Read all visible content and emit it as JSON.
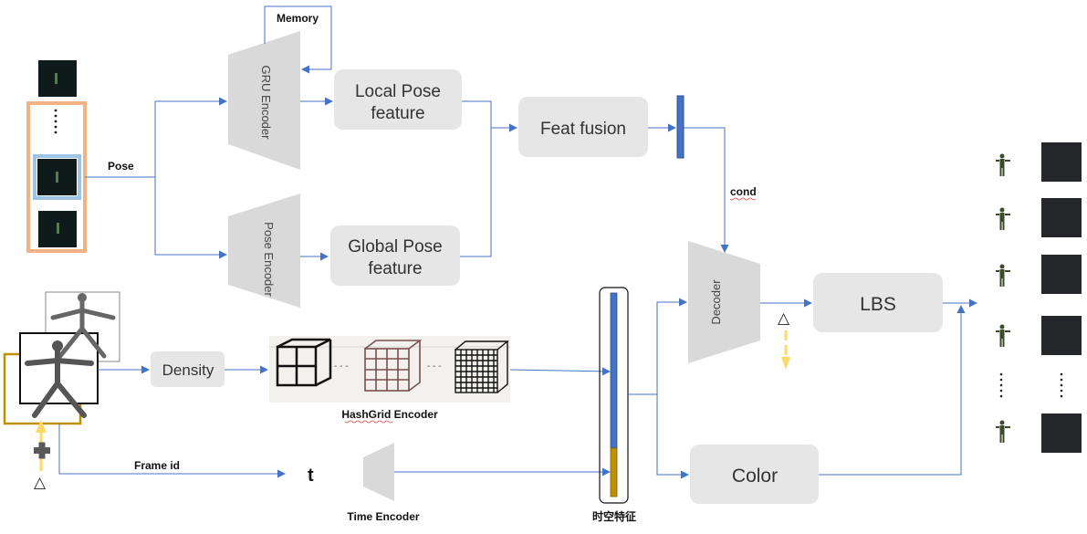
{
  "labels": {
    "memory": "Memory",
    "gru_encoder": "GRU Encoder",
    "pose_encoder": "Pose Encoder",
    "local_pose_line1": "Local Pose",
    "local_pose_line2": "feature",
    "global_pose_line1": "Global Pose",
    "global_pose_line2": "feature",
    "feat_fusion": "Feat fusion",
    "pose": "Pose",
    "cond": "cond",
    "decoder": "Decoder",
    "lbs": "LBS",
    "density": "Density",
    "hashgrid_encoder": "HashGrid Encoder",
    "frame_id": "Frame id",
    "t": "t",
    "time_encoder": "Time Encoder",
    "spatiotemporal_feature": "时空特征",
    "color": "Color",
    "delta_symbol": "△",
    "plus_symbol": "+"
  },
  "colors": {
    "arrow": "#4472c4",
    "box_fill": "#e6e6e6",
    "trapezoid_fill": "#d9d9d9",
    "orange_frame": "#f4b183",
    "light_blue_frame": "#9dc3e6",
    "gold_frame": "#bf9000",
    "yellow_arrow": "#ffd966",
    "feature_blue": "#4472c4",
    "feature_gold": "#bf9000"
  }
}
